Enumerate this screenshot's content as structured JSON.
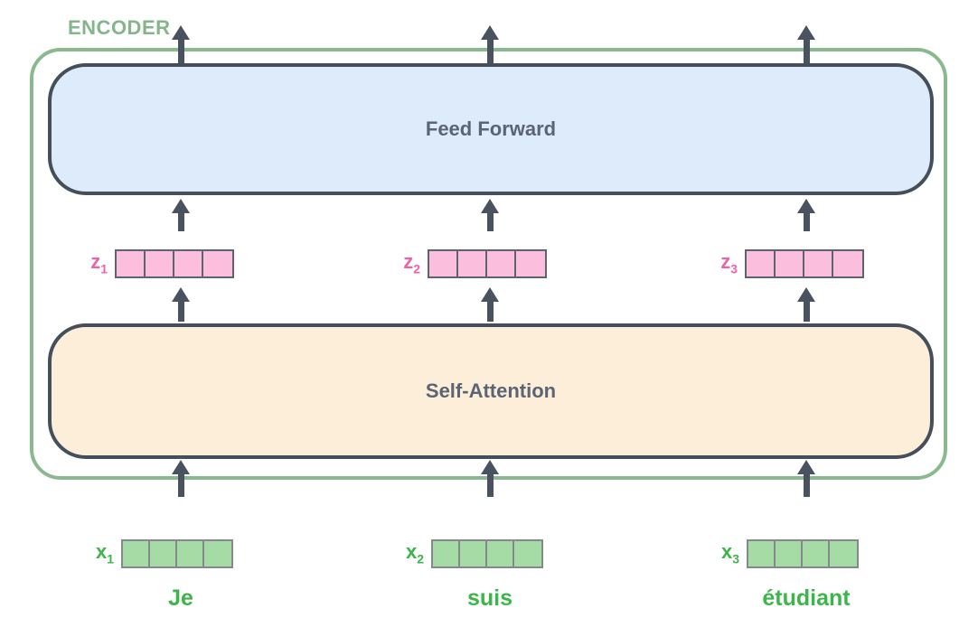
{
  "title": "ENCODER",
  "blocks": {
    "feed_forward": "Feed Forward",
    "self_attention": "Self-Attention"
  },
  "z_vectors": [
    {
      "base": "z",
      "sub": "1"
    },
    {
      "base": "z",
      "sub": "2"
    },
    {
      "base": "z",
      "sub": "3"
    }
  ],
  "x_vectors": [
    {
      "base": "x",
      "sub": "1"
    },
    {
      "base": "x",
      "sub": "2"
    },
    {
      "base": "x",
      "sub": "3"
    }
  ],
  "tokens": [
    "Je",
    "suis",
    "étudiant"
  ],
  "cells_per_vector": 4,
  "colors": {
    "encoder_outline_green": "#8ab98e",
    "encoder_label_green": "#85b58a",
    "token_green": "#3cb54a",
    "x_cell_fill": "#a5dba5",
    "z_label_pink": "#ef63a6",
    "z_cell_fill": "#fbbedd",
    "feed_forward_fill": "#deebfa",
    "self_attention_fill": "#fdeeda",
    "block_outline": "#454f5b",
    "arrow_color": "#4a5260",
    "block_text": "#5a6472"
  }
}
